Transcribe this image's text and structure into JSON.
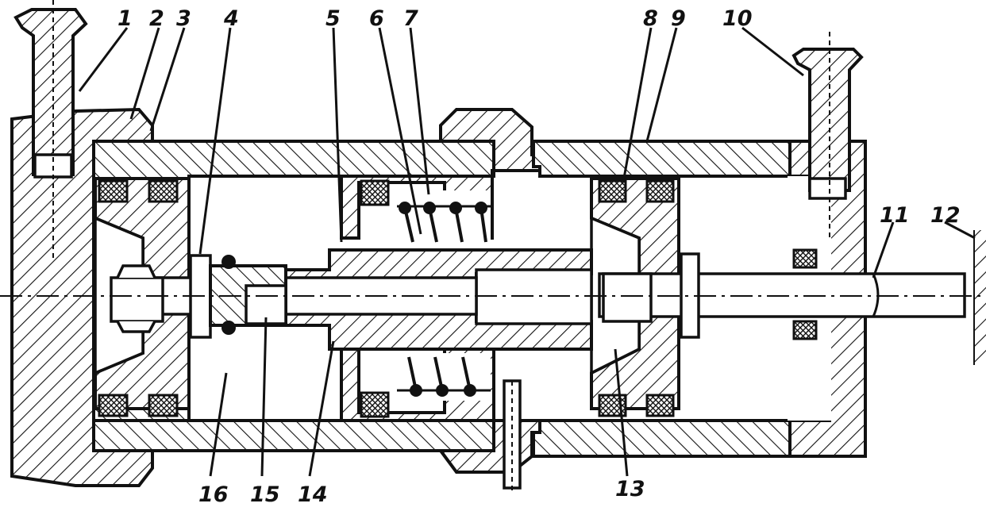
{
  "labels": {
    "l1": "1",
    "l2": "2",
    "l3": "3",
    "l4": "4",
    "l5": "5",
    "l6": "6",
    "l7": "7",
    "l8": "8",
    "l9": "9",
    "l10": "10",
    "l11": "11",
    "l12": "12",
    "l13": "13",
    "l14": "14",
    "l15": "15",
    "l16": "16"
  }
}
